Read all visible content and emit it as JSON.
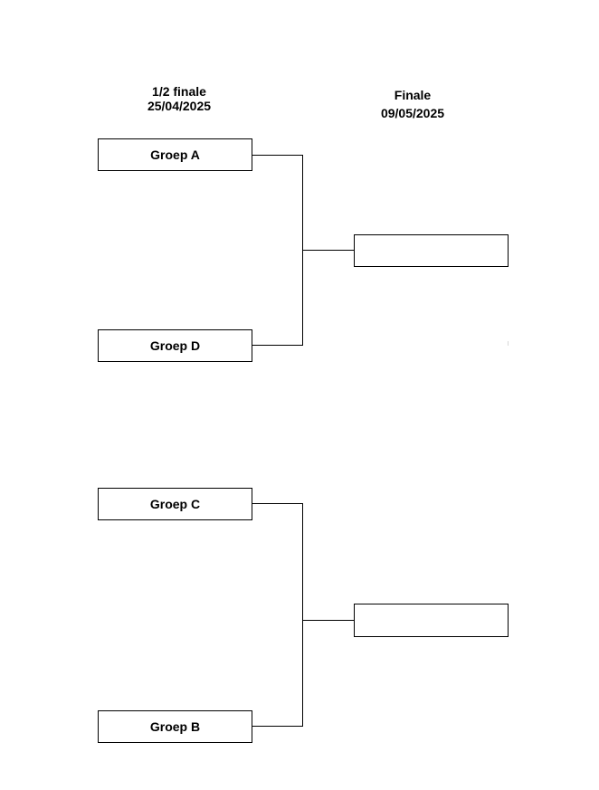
{
  "rounds": {
    "semifinal": {
      "title": "1/2 finale",
      "date": "25/04/2025"
    },
    "final": {
      "title": "Finale",
      "date": "09/05/2025"
    }
  },
  "bracket_top": {
    "team1": "Groep A",
    "team2": "Groep D",
    "winner": ""
  },
  "bracket_bottom": {
    "team1": "Groep C",
    "team2": "Groep B",
    "winner": ""
  }
}
